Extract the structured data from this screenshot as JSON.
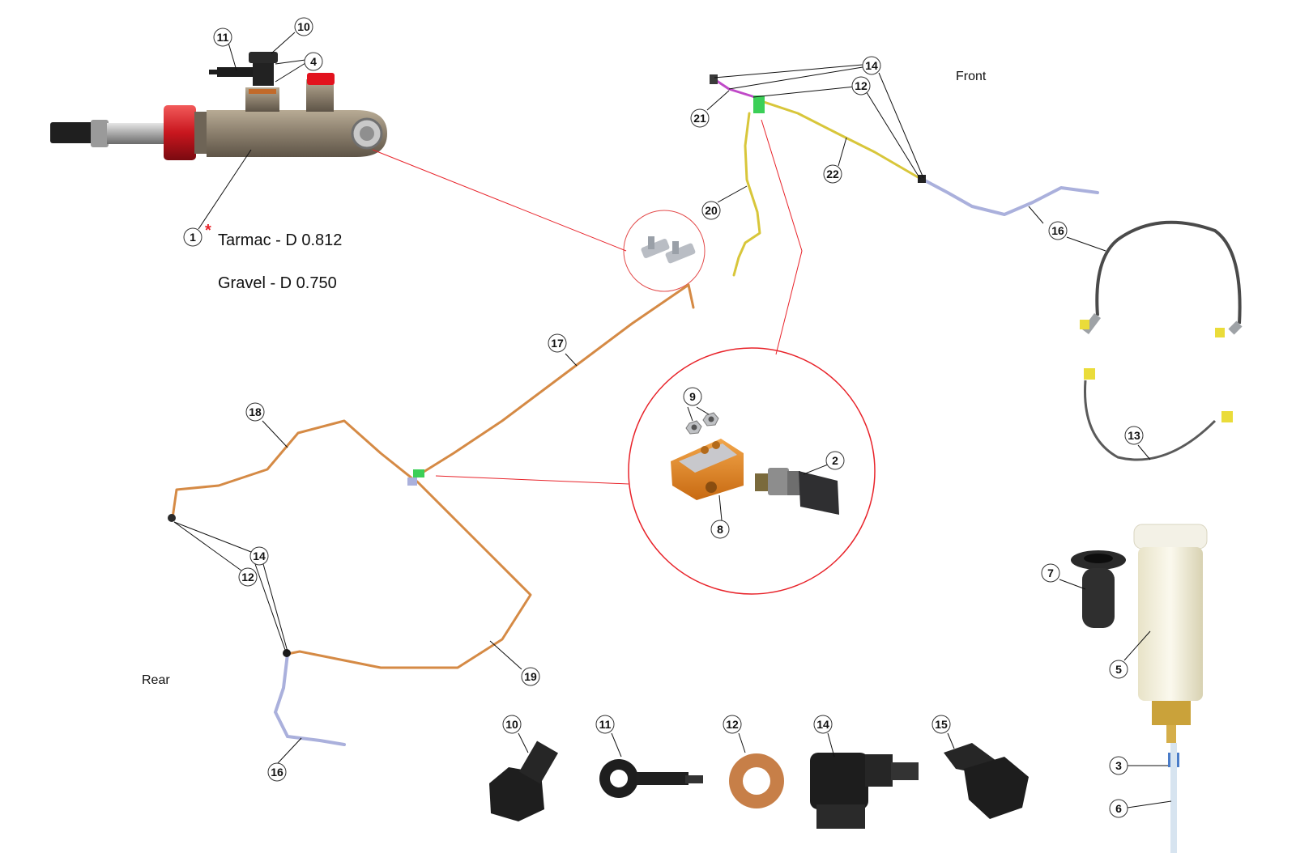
{
  "labels": {
    "front": "Front",
    "rear": "Rear",
    "spec_asterisk": "*",
    "spec_tarmac": "Tarmac - D 0.812",
    "spec_gravel": "Gravel - D 0.750"
  },
  "colors": {
    "accent_red": "#e8232a",
    "hard_line_copper": "#d58a45",
    "front_line_yellow": "#d8c63a",
    "flex_hose_lavender": "#aab0dc",
    "fitting_black": "#1c1c1c",
    "brass": "#c9a13c"
  },
  "parts": {
    "master_cylinder": "1",
    "pressure_sensor": "2",
    "hose_clip": "3",
    "banjo_washer": "4",
    "reservoir": "5",
    "reservoir_hose": "6",
    "reservoir_cap_seal": "7",
    "sensor_block": "8",
    "nut": "9",
    "banjo_bolt": "10",
    "banjo_fitting": "11",
    "copper_washer": "12",
    "braided_hose_short": "13",
    "elbow_fitting": "14",
    "adapter_fitting": "15",
    "flex_hose": "16",
    "line_17": "17",
    "line_18": "18",
    "line_19": "19",
    "line_20": "20",
    "line_21": "21",
    "line_22": "22"
  }
}
